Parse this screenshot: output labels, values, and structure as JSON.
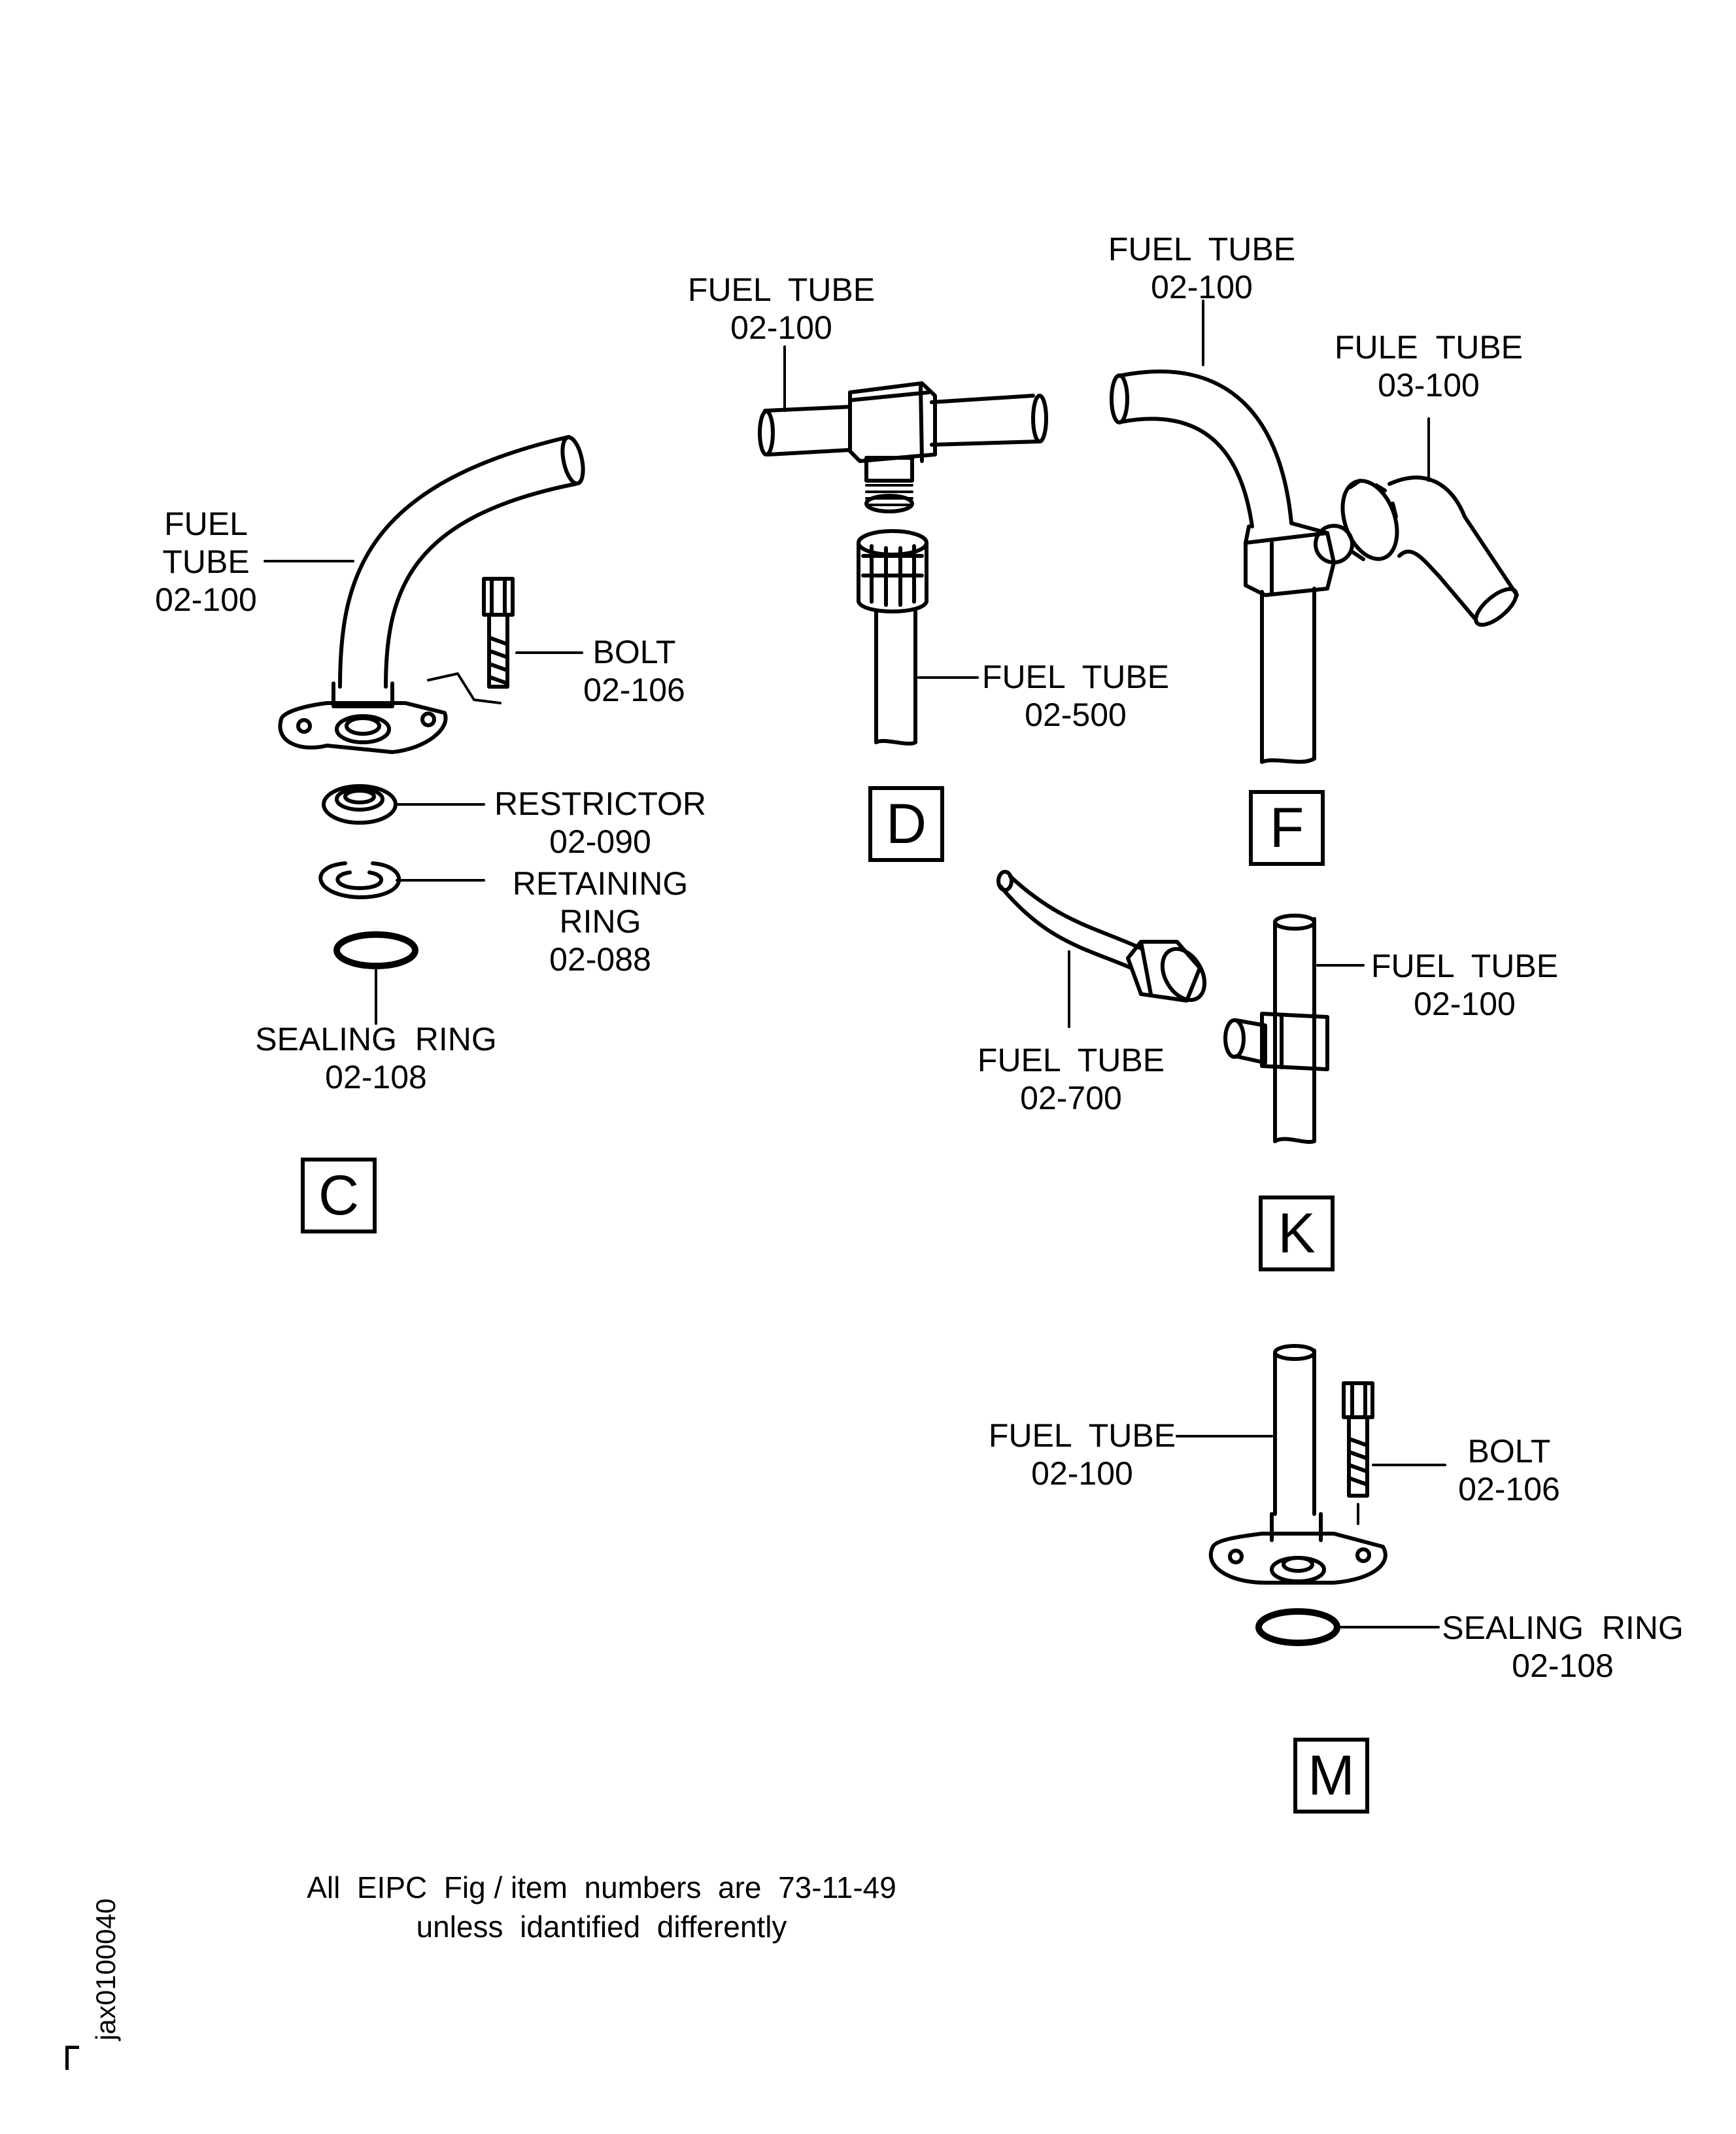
{
  "views": {
    "C": {
      "tag": "C",
      "fuel_tube": {
        "line1": "FUEL",
        "line2": "TUBE",
        "number": "02-100"
      },
      "bolt": {
        "name": "BOLT",
        "number": "02-106"
      },
      "restrictor": {
        "name": "RESTRICTOR",
        "number": "02-090"
      },
      "retaining_ring": {
        "line1": "RETAINING",
        "line2": "RING",
        "number": "02-088"
      },
      "sealing_ring": {
        "name": "SEALING  RING",
        "number": "02-108"
      }
    },
    "D": {
      "tag": "D",
      "fuel_tube_top": {
        "name": "FUEL  TUBE",
        "number": "02-100"
      },
      "fuel_tube_lower": {
        "name": "FUEL  TUBE",
        "number": "02-500"
      }
    },
    "F": {
      "tag": "F",
      "fuel_tube": {
        "name": "FUEL  TUBE",
        "number": "02-100"
      },
      "fule_tube": {
        "name": "FULE  TUBE",
        "number": "03-100"
      }
    },
    "K": {
      "tag": "K",
      "fuel_tube_700": {
        "name": "FUEL  TUBE",
        "number": "02-700"
      },
      "fuel_tube_100": {
        "name": "FUEL  TUBE",
        "number": "02-100"
      }
    },
    "M": {
      "tag": "M",
      "fuel_tube": {
        "name": "FUEL  TUBE",
        "number": "02-100"
      },
      "bolt": {
        "name": "BOLT",
        "number": "02-106"
      },
      "sealing_ring": {
        "name": "SEALING  RING",
        "number": "02-108"
      }
    }
  },
  "note": {
    "line1": "All  EIPC  Fig / item  numbers  are  73-11-49",
    "line2": "unless  idantified  differently"
  },
  "figure_id": "jax0100040"
}
